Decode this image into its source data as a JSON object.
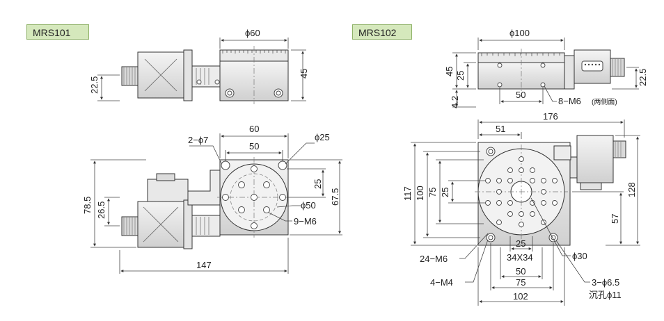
{
  "models": {
    "left": "MRS101",
    "right": "MRS102"
  },
  "mrs101": {
    "front": {
      "diameter": "ϕ60",
      "height": "45",
      "axis_height": "22.5"
    },
    "top": {
      "width": "60",
      "pitch": "50",
      "holes": "2−ϕ7",
      "bore": "ϕ25",
      "v25": "25",
      "v67_5": "67.5",
      "pcd": "ϕ50",
      "taps": "9−M6",
      "v78_5": "78.5",
      "v26_5": "26.5",
      "length": "147"
    }
  },
  "mrs102": {
    "front": {
      "diameter": "ϕ100",
      "h45": "45",
      "h25": "25",
      "h4_2": "4.2",
      "pitch": "50",
      "taps": "8−M6",
      "taps_note": "(两侧面)",
      "axis": "22.5"
    },
    "top": {
      "length": "176",
      "v51": "51",
      "v117": "117",
      "v100": "100",
      "v75": "75",
      "v25": "25",
      "v128": "128",
      "v57": "57",
      "taps24": "24−M6",
      "taps4": "4−M4",
      "bore": "ϕ30",
      "c25": "25",
      "grid": "34X34",
      "w50": "50",
      "w75": "75",
      "w102": "102",
      "counterbore_a": "3−ϕ6.5",
      "counterbore_b": "沉孔ϕ11"
    }
  }
}
